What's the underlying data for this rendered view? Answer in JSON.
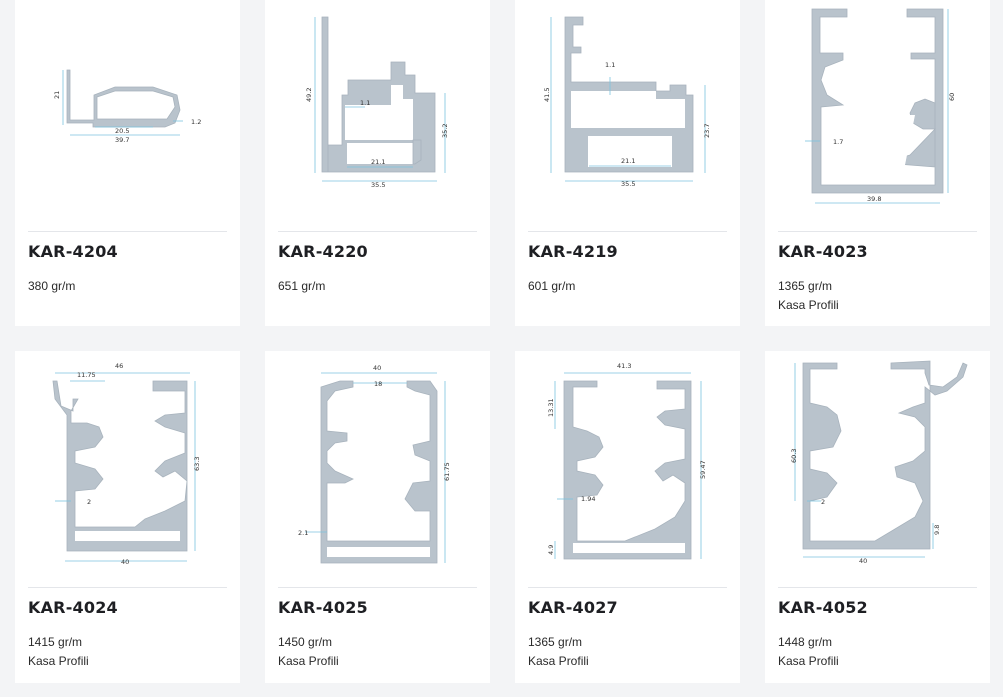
{
  "products": [
    {
      "code": "KAR-4204",
      "weight": "380 gr/m",
      "type": "",
      "icon": "profile-drawing-kar-4204",
      "dimensions": [
        "21",
        "20.5",
        "39.7",
        "1.2"
      ]
    },
    {
      "code": "KAR-4220",
      "weight": "651 gr/m",
      "type": "",
      "icon": "profile-drawing-kar-4220",
      "dimensions": [
        "49.2",
        "1.1",
        "35.2",
        "21.1",
        "35.5"
      ]
    },
    {
      "code": "KAR-4219",
      "weight": "601 gr/m",
      "type": "",
      "icon": "profile-drawing-kar-4219",
      "dimensions": [
        "41.5",
        "1.1",
        "23.7",
        "21.1",
        "35.5"
      ]
    },
    {
      "code": "KAR-4023",
      "weight": "1365 gr/m",
      "type": "Kasa Profili",
      "icon": "profile-drawing-kar-4023",
      "dimensions": [
        "60",
        "1.7",
        "39.8"
      ]
    },
    {
      "code": "KAR-4024",
      "weight": "1415 gr/m",
      "type": "Kasa Profili",
      "icon": "profile-drawing-kar-4024",
      "dimensions": [
        "46",
        "11.75",
        "63.3",
        "2",
        "40"
      ]
    },
    {
      "code": "KAR-4025",
      "weight": "1450 gr/m",
      "type": "Kasa Profili",
      "icon": "profile-drawing-kar-4025",
      "dimensions": [
        "40",
        "18",
        "61.75",
        "2.1"
      ]
    },
    {
      "code": "KAR-4027",
      "weight": "1365 gr/m",
      "type": "Kasa Profili",
      "icon": "profile-drawing-kar-4027",
      "dimensions": [
        "41.3",
        "13.31",
        "59.47",
        "1.94",
        "4.9"
      ]
    },
    {
      "code": "KAR-4052",
      "weight": "1448 gr/m",
      "type": "Kasa Profili",
      "icon": "profile-drawing-kar-4052",
      "dimensions": [
        "60.3",
        "2",
        "9.8",
        "40"
      ]
    }
  ],
  "colors": {
    "page_bg": "#f3f4f6",
    "card_bg": "#ffffff",
    "profile_fill": "#b9c3cc",
    "dimension_line": "#7cc3df"
  }
}
